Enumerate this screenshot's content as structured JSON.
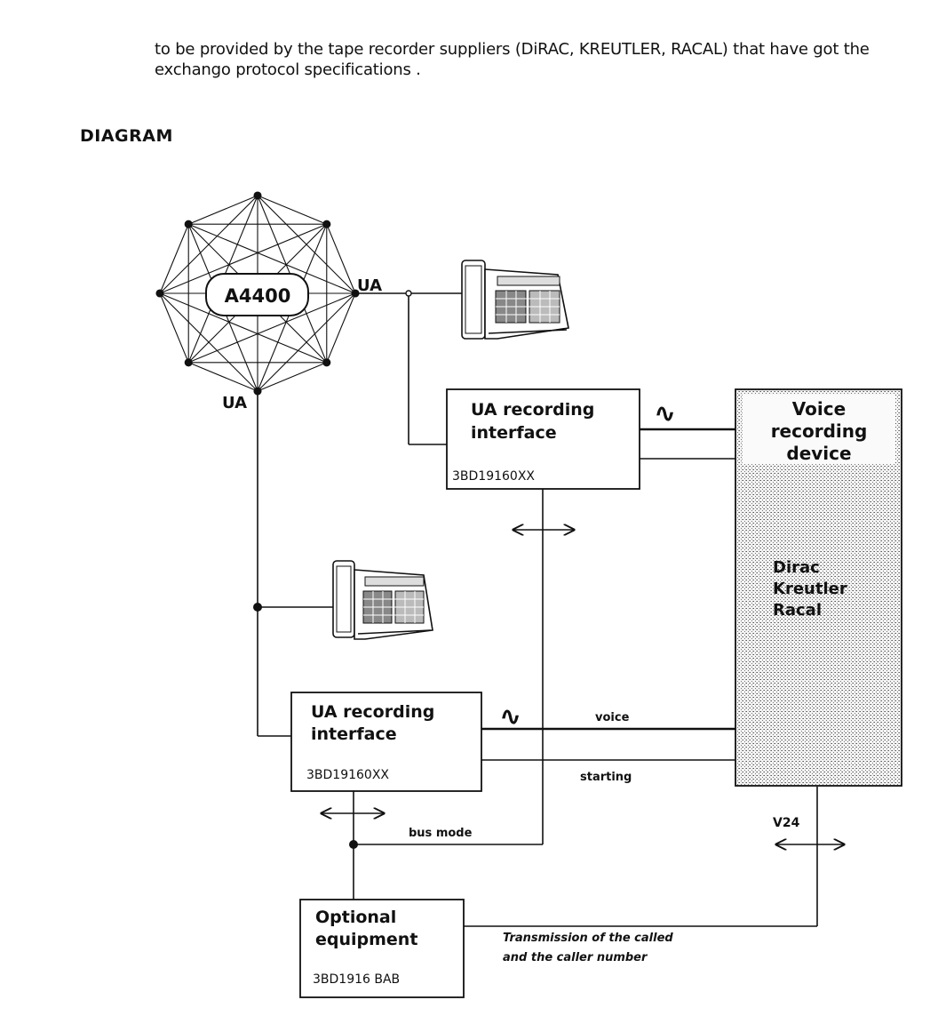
{
  "intro_text": "to be provided by the tape recorder suppliers (DiRAC, KREUTLER, RACAL) that have got the exchango protocol specifications .",
  "section_heading": "DIAGRAM",
  "diagram": {
    "pbx_label": "A4400",
    "ua_right_label": "UA",
    "ua_bottom_label": "UA",
    "interface_top": {
      "title_line1": "UA recording",
      "title_line2": "interface",
      "ref": "3BD19160XX"
    },
    "interface_bottom": {
      "title_line1": "UA recording",
      "title_line2": "interface",
      "ref": "3BD19160XX"
    },
    "voice_device": {
      "line1": "Voice",
      "line2": "recording",
      "line3": "device"
    },
    "suppliers": {
      "line1": "Dirac",
      "line2": "Kreutler",
      "line3": "Racal"
    },
    "optional": {
      "line1": "Optional",
      "line2": "equipment",
      "ref": "3BD1916 BAB"
    },
    "voice_label": "voice",
    "starting_label": "starting",
    "bus_mode_label": "bus mode",
    "v24_label": "V24",
    "transmission_line1": "Transmission of the called",
    "transmission_line2": "and the caller number",
    "wave_symbol": "∿"
  }
}
